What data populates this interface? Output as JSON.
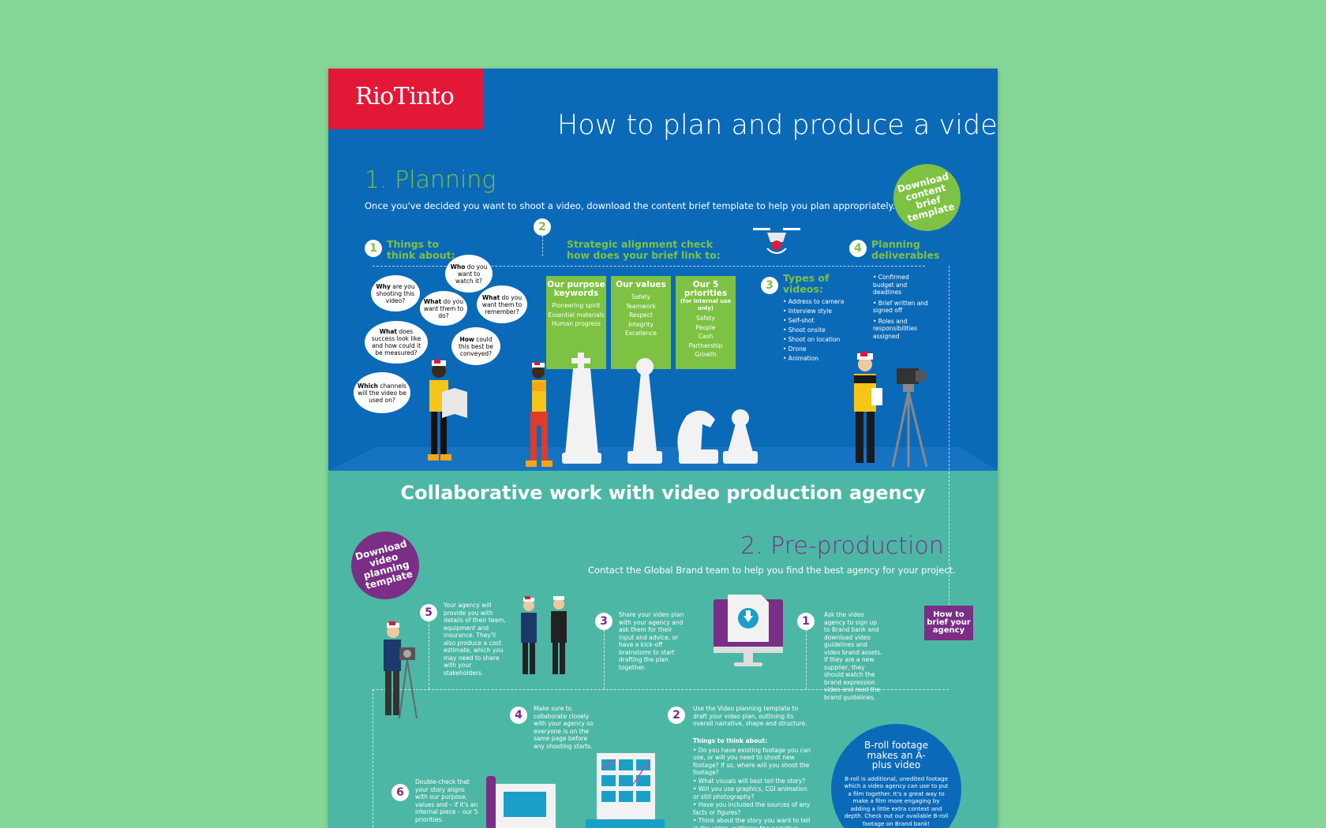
{
  "logo": "RioTinto",
  "title": "How to plan and produce a video",
  "planning": {
    "title": "1. Planning",
    "lead": "Once you've decided you want to shoot a video, download the content brief template to help you plan appropriately.",
    "badge": "Download content brief template",
    "step1": {
      "num": "1",
      "heading_l1": "Things to",
      "heading_l2": "think about:"
    },
    "bubbles": [
      {
        "bold": "Why",
        "rest": " are you shooting this video?"
      },
      {
        "bold": "Who",
        "rest": " do you want to watch it?"
      },
      {
        "bold": "What",
        "rest": " do you want them to do?"
      },
      {
        "bold": "What",
        "rest": " do you want them to remember?"
      },
      {
        "bold": "What",
        "rest": " does success look like and how could it be measured?"
      },
      {
        "bold": "How",
        "rest": " could this best be conveyed?"
      },
      {
        "bold": "Which",
        "rest": " channels will the video be used on?"
      }
    ],
    "step2": {
      "num": "2",
      "heading_l1": "Strategic alignment check",
      "heading_l2": "how does your brief link to:"
    },
    "boxes": [
      {
        "title": "Our purpose keywords",
        "note": "",
        "items": [
          "Pioneering spirit",
          "Essential materials",
          "Human progress"
        ]
      },
      {
        "title": "Our values",
        "note": "",
        "items": [
          "Safety",
          "Teamwork",
          "Respect",
          "Integrity",
          "Excellence"
        ]
      },
      {
        "title": "Our 5 priorities",
        "note": "(for internal use only)",
        "items": [
          "Safety",
          "People",
          "Cash",
          "Partnership",
          "Growth"
        ]
      }
    ],
    "step3": {
      "num": "3",
      "heading_l1": "Types of",
      "heading_l2": "videos:",
      "items": [
        "• Address to camera",
        "• Interview style",
        "• Self-shot",
        "• Shoot onsite",
        "• Shoot on location",
        "• Drone",
        "• Animation"
      ]
    },
    "step4": {
      "num": "4",
      "heading_l1": "Planning",
      "heading_l2": "deliverables",
      "items": [
        "• Confirmed budget and deadlines",
        "• Brief written and signed off",
        "• Roles and responsibilities assigned"
      ]
    }
  },
  "collab": "Collaborative work with video production agency",
  "preproduction": {
    "title": "2. Pre-production",
    "lead": "Contact the Global Brand team to help you find the best agency for your project.",
    "badge": "Download video planning template",
    "brief_button": "How to brief your agency",
    "steps": [
      {
        "num": "1",
        "text": "Ask the video agency to sign up to Brand bank and download video guidelines and video brand assets. If they are a new supplier, they should watch the brand expression video and read the brand guidelines."
      },
      {
        "num": "3",
        "text": "Share your video plan with your agency and ask them for their input and advice, or have a kick-off brainstorm to start drafting the plan together."
      },
      {
        "num": "5",
        "text": "Your agency will provide you with details of their team, equipment and insurance. They'll also produce a cost estimate, which you may need to share with your stakeholders."
      },
      {
        "num": "4",
        "text": "Make sure to collaborate closely with your agency so everyone is on the same page before any shooting starts."
      },
      {
        "num": "2",
        "text": "Use the Video planning template to draft your video plan, outlining its overall narrative, shape and structure."
      },
      {
        "num": "6",
        "text": "Double-check that your story aligns with our purpose, values and – if it's an internal piece – our 5 priorities."
      }
    ],
    "think": {
      "heading": "Things to think about:",
      "items": [
        "• Do you have existing footage you can use, or will you need to shoot new footage? If so, where will you shoot the footage?",
        "• What visuals will best tell the story?",
        "• Will you use graphics, CGI animation or still photography?",
        "• Have you included the sources of any facts or figures?",
        "• Think about the story you want to tell in the video, outlining the narrative structure for"
      ]
    },
    "broll": {
      "title": "B-roll footage makes an A-plus video",
      "text": "B-roll is additional, unedited footage which a video agency can use to put a film together. It's a great way to make a film more engaging by adding a little extra context and depth. Check out our available B-roll footage on Brand bank!"
    }
  },
  "colors": {
    "background": "#86d697",
    "blue": "#0b6ab8",
    "teal": "#4db7a5",
    "red": "#e31837",
    "green": "#7dc242",
    "purple": "#7a2e86"
  }
}
